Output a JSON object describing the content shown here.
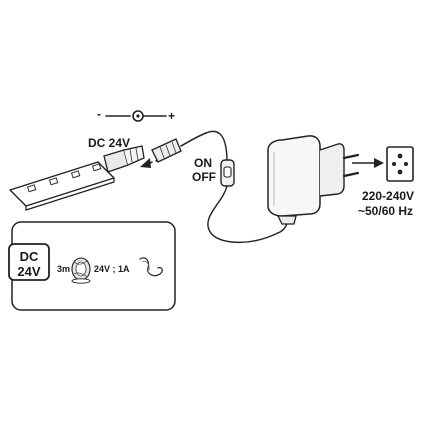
{
  "polarity": {
    "minus": "-",
    "plus": "+"
  },
  "connector_label": "DC 24V",
  "switch": {
    "on": "ON",
    "off": "OFF"
  },
  "mains": {
    "voltage": "220-240V",
    "frequency": "~50/60 Hz"
  },
  "legend": {
    "badge_line1": "DC",
    "badge_line2": "24V",
    "cable_length": "3m",
    "rating": "24V ; 1A"
  },
  "icons": [
    "led-strip-icon",
    "dc-jack-symbol-icon",
    "inline-switch-icon",
    "power-adapter-icon",
    "wall-socket-icon",
    "cable-reel-icon",
    "cable-coil-icon",
    "arrow-icon"
  ]
}
